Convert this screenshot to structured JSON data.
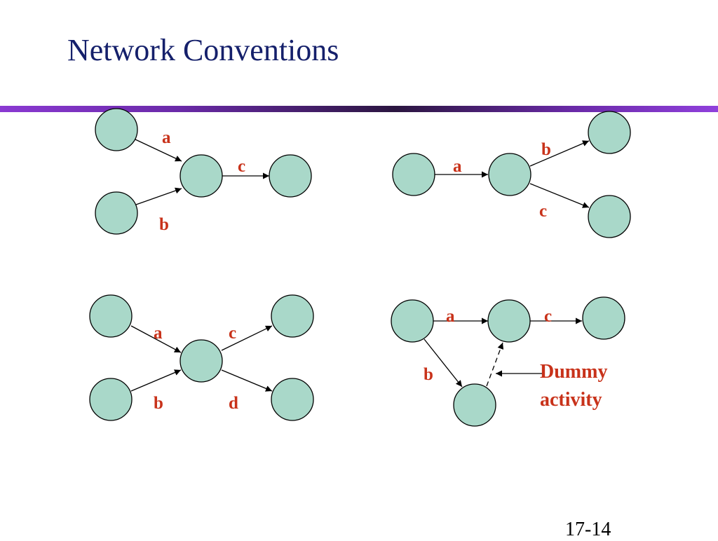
{
  "slide": {
    "title": "Network Conventions",
    "page_number": "17-14"
  },
  "diagrams": {
    "merge": {
      "labels": [
        "a",
        "b",
        "c"
      ]
    },
    "split": {
      "labels": [
        "a",
        "b",
        "c"
      ]
    },
    "cross": {
      "labels": [
        "a",
        "c",
        "b",
        "d"
      ]
    },
    "dummy": {
      "labels": [
        "a",
        "c",
        "b"
      ],
      "annotation_line1": "Dummy",
      "annotation_line2": "activity"
    }
  },
  "colors": {
    "node_fill": "#a9d8c9",
    "label": "#c8321a",
    "title": "#15206b",
    "rule": "#8a39d2"
  }
}
